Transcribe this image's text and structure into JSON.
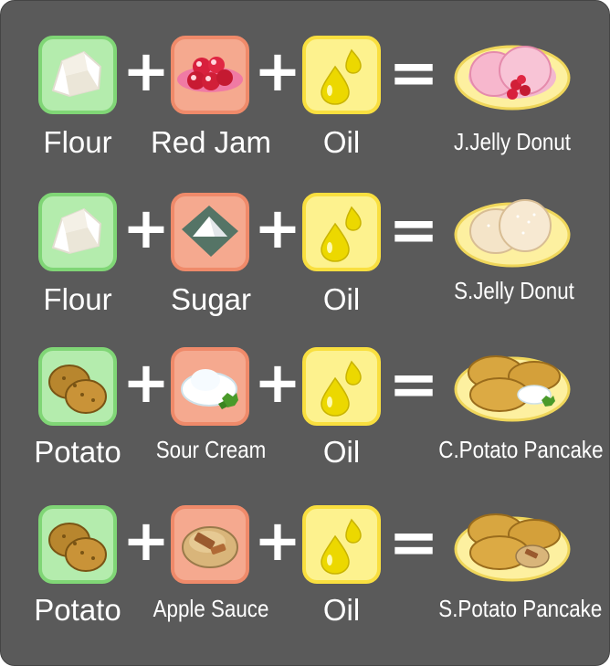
{
  "rows": [
    {
      "ingredients": [
        {
          "label": "Flour",
          "icon": "flour-icon"
        },
        {
          "label": "Red Jam",
          "icon": "red-jam-icon"
        },
        {
          "label": "Oil",
          "icon": "oil-drop-icon"
        }
      ],
      "result": {
        "label": "J.Jelly Donut",
        "icon": "jelly-donut-jam-icon"
      }
    },
    {
      "ingredients": [
        {
          "label": "Flour",
          "icon": "flour-icon"
        },
        {
          "label": "Sugar",
          "icon": "sugar-icon"
        },
        {
          "label": "Oil",
          "icon": "oil-drop-icon"
        }
      ],
      "result": {
        "label": "S.Jelly Donut",
        "icon": "jelly-donut-sugar-icon"
      }
    },
    {
      "ingredients": [
        {
          "label": "Potato",
          "icon": "potato-icon"
        },
        {
          "label": "Sour Cream",
          "icon": "sour-cream-icon"
        },
        {
          "label": "Oil",
          "icon": "oil-drop-icon"
        }
      ],
      "result": {
        "label": "C.Potato Pancake",
        "icon": "potato-pancake-cream-icon"
      }
    },
    {
      "ingredients": [
        {
          "label": "Potato",
          "icon": "potato-icon"
        },
        {
          "label": "Apple Sauce",
          "icon": "apple-sauce-icon"
        },
        {
          "label": "Oil",
          "icon": "oil-drop-icon"
        }
      ],
      "result": {
        "label": "S.Potato Pancake",
        "icon": "potato-pancake-sauce-icon"
      }
    }
  ],
  "operators": {
    "plus": "+",
    "equals": "="
  },
  "colors": {
    "background": "#5a5a5a",
    "tile_green": "#b4ecad",
    "tile_red": "#f5a98f",
    "tile_yellow": "#fdf28e",
    "text": "#ffffff"
  }
}
